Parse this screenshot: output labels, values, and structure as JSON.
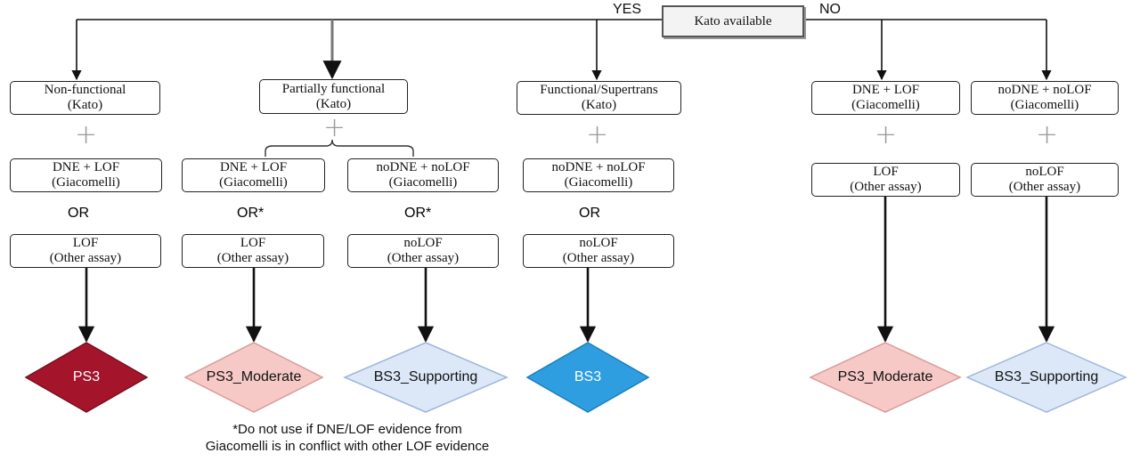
{
  "root": {
    "label": "Kato available",
    "yes_label": "YES",
    "no_label": "NO"
  },
  "kato_boxes": [
    {
      "line1": "Non-functional",
      "line2": "(Kato)"
    },
    {
      "line1": "Partially functional",
      "line2": "(Kato)"
    },
    {
      "line1": "Functional/Supertrans",
      "line2": "(Kato)"
    }
  ],
  "giacomelli_top": [
    {
      "line1": "DNE + LOF",
      "line2": "(Giacomelli)"
    },
    {
      "line1": "noDNE + noLOF",
      "line2": "(Giacomelli)"
    }
  ],
  "plus_symbol": "+",
  "giacomelli_boxes": [
    {
      "line1": "DNE + LOF",
      "line2": "(Giacomelli)"
    },
    {
      "line1": "DNE + LOF",
      "line2": "(Giacomelli)"
    },
    {
      "line1": "noDNE + noLOF",
      "line2": "(Giacomelli)"
    },
    {
      "line1": "noDNE + noLOF",
      "line2": "(Giacomelli)"
    }
  ],
  "or_labels": [
    "OR",
    "OR*",
    "OR*",
    "OR"
  ],
  "assay_boxes": [
    {
      "line1": "LOF",
      "line2": "(Other assay)"
    },
    {
      "line1": "LOF",
      "line2": "(Other assay)"
    },
    {
      "line1": "noLOF",
      "line2": "(Other assay)"
    },
    {
      "line1": "noLOF",
      "line2": "(Other assay)"
    },
    {
      "line1": "LOF",
      "line2": "(Other assay)"
    },
    {
      "line1": "noLOF",
      "line2": "(Other assay)"
    }
  ],
  "outcomes": [
    {
      "label": "PS3",
      "fill": "#a4152b",
      "stroke": "#7a0f1f",
      "text_color": "#ffffff"
    },
    {
      "label": "PS3_Moderate",
      "fill": "#f6c9c7",
      "stroke": "#d99a97",
      "text_color": "#111111"
    },
    {
      "label": "BS3_Supporting",
      "fill": "#dce8f8",
      "stroke": "#9db7dc",
      "text_color": "#111111"
    },
    {
      "label": "BS3",
      "fill": "#2f9ee0",
      "stroke": "#1a7fbf",
      "text_color": "#ffffff"
    },
    {
      "label": "PS3_Moderate",
      "fill": "#f6c9c7",
      "stroke": "#d99a97",
      "text_color": "#111111"
    },
    {
      "label": "BS3_Supporting",
      "fill": "#dce8f8",
      "stroke": "#9db7dc",
      "text_color": "#111111"
    }
  ],
  "footnote": {
    "line1": "*Do not use if DNE/LOF evidence from",
    "line2": "Giacomelli is in conflict with other LOF evidence"
  }
}
